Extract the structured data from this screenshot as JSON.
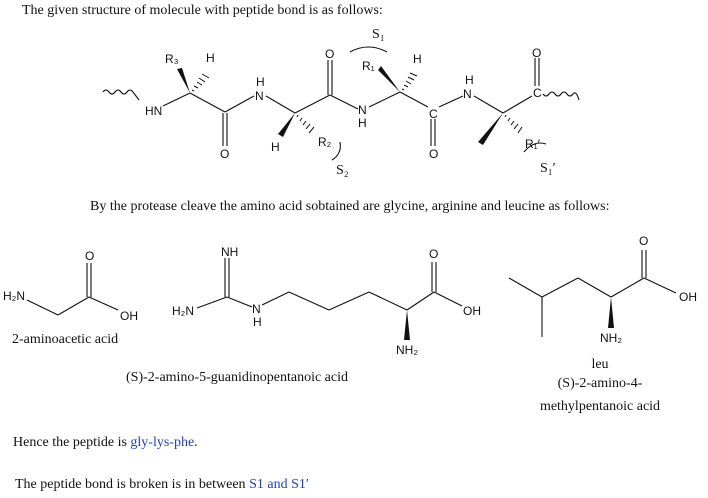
{
  "intro": "The given structure of molecule with peptide bond is as follows:",
  "peptide_structure": {
    "atoms": {
      "hn": "HN",
      "nh1_h": "H",
      "nh1_n": "N",
      "nh2_n": "N",
      "nh2_h": "H",
      "nh3_h": "H",
      "nh3_n": "N",
      "o1": "O",
      "o2": "O",
      "o3": "O",
      "o4": "O",
      "c3": "C",
      "c4": "C",
      "r3": "R₃",
      "h1": "H",
      "h2": "H",
      "r2": "R₂",
      "r1": "R₁",
      "h3": "H",
      "r1p": "R₁′"
    },
    "subsites": {
      "s1": "S₁",
      "s2": "S₂",
      "s1p": "S₁′"
    }
  },
  "cleavage_text": "By the protease cleave the amino acid sobtained are glycine, arginine and leucine as follows:",
  "amino_acids": [
    {
      "atoms": {
        "n": "H₂N",
        "o": "O",
        "oh": "OH"
      },
      "name": "2-aminoacetic acid"
    },
    {
      "atoms": {
        "nh": "NH",
        "h2n": "H₂N",
        "n": "N",
        "nh_h": "H",
        "o": "O",
        "oh": "OH",
        "nh2": "NH₂"
      },
      "name_prefix": "S",
      "name": "(S)-2-amino-5-guanidinopentanoic acid"
    },
    {
      "atoms": {
        "o": "O",
        "oh": "OH",
        "nh2": "NH₂"
      },
      "short": "leu",
      "name_line1": "(S)-2-amino-4-",
      "name_line2": "methylpentanoic acid"
    }
  ],
  "conclusion1": {
    "prefix": "Hence the peptide is ",
    "highlight": "gly-lys-phe",
    "suffix": "."
  },
  "conclusion2": {
    "prefix": "The peptide bond is broken is in between ",
    "highlight": "S1 and S1′"
  },
  "colors": {
    "highlight": "#1f3fbf"
  }
}
